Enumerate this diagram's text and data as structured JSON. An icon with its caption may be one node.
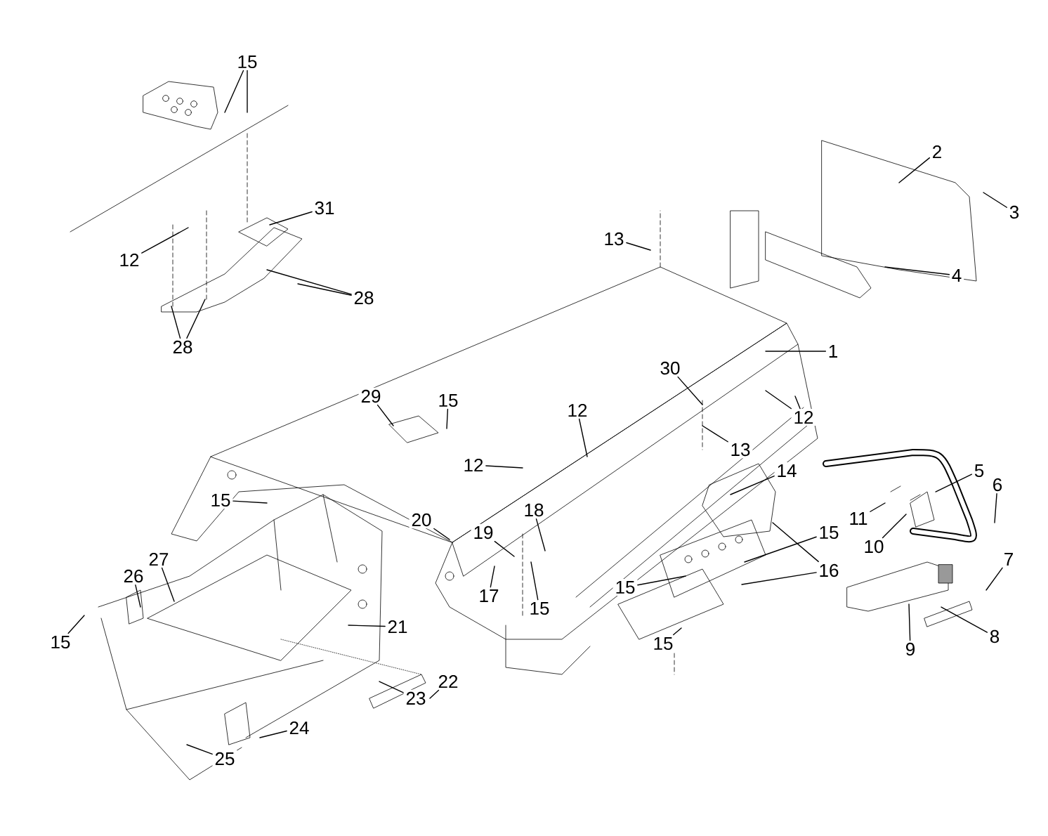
{
  "diagram": {
    "nodes": [
      {
        "text": [
          "15"
        ]
      },
      {
        "text": [
          "2"
        ]
      },
      {
        "text": [
          "31"
        ]
      },
      {
        "text": [
          "3"
        ]
      },
      {
        "text": [
          "13"
        ]
      },
      {
        "text": [
          "12"
        ]
      },
      {
        "text": [
          "4"
        ]
      },
      {
        "text": [
          "28"
        ]
      },
      {
        "text": [
          "28"
        ]
      },
      {
        "text": [
          "1"
        ]
      },
      {
        "text": [
          "30"
        ]
      },
      {
        "text": [
          "29"
        ]
      },
      {
        "text": [
          "15"
        ]
      },
      {
        "text": [
          "12"
        ]
      },
      {
        "text": [
          "12"
        ]
      },
      {
        "text": [
          "13"
        ]
      },
      {
        "text": [
          "12"
        ]
      },
      {
        "text": [
          "14"
        ]
      },
      {
        "text": [
          "5"
        ]
      },
      {
        "text": [
          "6"
        ]
      },
      {
        "text": [
          "15"
        ]
      },
      {
        "text": [
          "18"
        ]
      },
      {
        "text": [
          "11"
        ]
      },
      {
        "text": [
          "20"
        ]
      },
      {
        "text": [
          "15"
        ]
      },
      {
        "text": [
          "19"
        ]
      },
      {
        "text": [
          "10"
        ]
      },
      {
        "text": [
          "7"
        ]
      },
      {
        "text": [
          "27"
        ]
      },
      {
        "text": [
          "16"
        ]
      },
      {
        "text": [
          "26"
        ]
      },
      {
        "text": [
          "15"
        ]
      },
      {
        "text": [
          "17"
        ]
      },
      {
        "text": [
          "15"
        ]
      },
      {
        "text": [
          "21"
        ]
      },
      {
        "text": [
          "15"
        ]
      },
      {
        "text": [
          "15"
        ]
      },
      {
        "text": [
          "9"
        ]
      },
      {
        "text": [
          "8"
        ]
      },
      {
        "text": [
          "22"
        ]
      },
      {
        "text": [
          "23"
        ]
      },
      {
        "text": [
          "24"
        ]
      },
      {
        "text": [
          "25"
        ]
      }
    ],
    "edges": [
      {
        "from": 0,
        "to": null,
        "arrow": "none"
      },
      {
        "from": 0,
        "to": null,
        "arrow": "none"
      },
      {
        "from": 1,
        "to": null,
        "arrow": "none"
      },
      {
        "from": 2,
        "to": null,
        "arrow": "none"
      },
      {
        "from": 3,
        "to": null,
        "arrow": "none"
      },
      {
        "from": 4,
        "to": null,
        "arrow": "none"
      },
      {
        "from": 5,
        "to": null,
        "arrow": "none"
      },
      {
        "from": 6,
        "to": null,
        "arrow": "none"
      },
      {
        "from": 7,
        "to": null,
        "arrow": "none"
      },
      {
        "from": 7,
        "to": null,
        "arrow": "none"
      },
      {
        "from": 8,
        "to": null,
        "arrow": "none"
      },
      {
        "from": 8,
        "to": null,
        "arrow": "none"
      },
      {
        "from": 9,
        "to": null,
        "arrow": "none"
      },
      {
        "from": 10,
        "to": null,
        "arrow": "none"
      },
      {
        "from": 11,
        "to": null,
        "arrow": "none"
      },
      {
        "from": 12,
        "to": null,
        "arrow": "none"
      },
      {
        "from": 13,
        "to": null,
        "arrow": "none"
      },
      {
        "from": 14,
        "to": null,
        "arrow": "none"
      },
      {
        "from": 14,
        "to": null,
        "arrow": "none"
      },
      {
        "from": 15,
        "to": null,
        "arrow": "none"
      },
      {
        "from": 16,
        "to": null,
        "arrow": "none"
      },
      {
        "from": 17,
        "to": null,
        "arrow": "none"
      },
      {
        "from": 18,
        "to": null,
        "arrow": "none"
      },
      {
        "from": 19,
        "to": null,
        "arrow": "none"
      },
      {
        "from": 20,
        "to": null,
        "arrow": "none"
      },
      {
        "from": 21,
        "to": null,
        "arrow": "none"
      },
      {
        "from": 22,
        "to": null,
        "arrow": "none"
      },
      {
        "from": 23,
        "to": null,
        "arrow": "none"
      },
      {
        "from": 24,
        "to": null,
        "arrow": "none"
      },
      {
        "from": 25,
        "to": null,
        "arrow": "none"
      },
      {
        "from": 26,
        "to": null,
        "arrow": "none"
      },
      {
        "from": 27,
        "to": null,
        "arrow": "none"
      },
      {
        "from": 28,
        "to": null,
        "arrow": "none"
      },
      {
        "from": 29,
        "to": null,
        "arrow": "none"
      },
      {
        "from": 29,
        "to": null,
        "arrow": "none"
      },
      {
        "from": 30,
        "to": null,
        "arrow": "none"
      },
      {
        "from": 31,
        "to": null,
        "arrow": "none"
      },
      {
        "from": 32,
        "to": null,
        "arrow": "none"
      },
      {
        "from": 33,
        "to": null,
        "arrow": "none"
      },
      {
        "from": 34,
        "to": null,
        "arrow": "none"
      },
      {
        "from": 35,
        "to": null,
        "arrow": "none"
      },
      {
        "from": 36,
        "to": null,
        "arrow": "none"
      },
      {
        "from": 37,
        "to": null,
        "arrow": "none"
      },
      {
        "from": 38,
        "to": null,
        "arrow": "none"
      },
      {
        "from": 39,
        "to": null,
        "arrow": "none"
      },
      {
        "from": 40,
        "to": null,
        "arrow": "none"
      },
      {
        "from": 41,
        "to": null,
        "arrow": "none"
      },
      {
        "from": 42,
        "to": null,
        "arrow": "none"
      }
    ]
  }
}
